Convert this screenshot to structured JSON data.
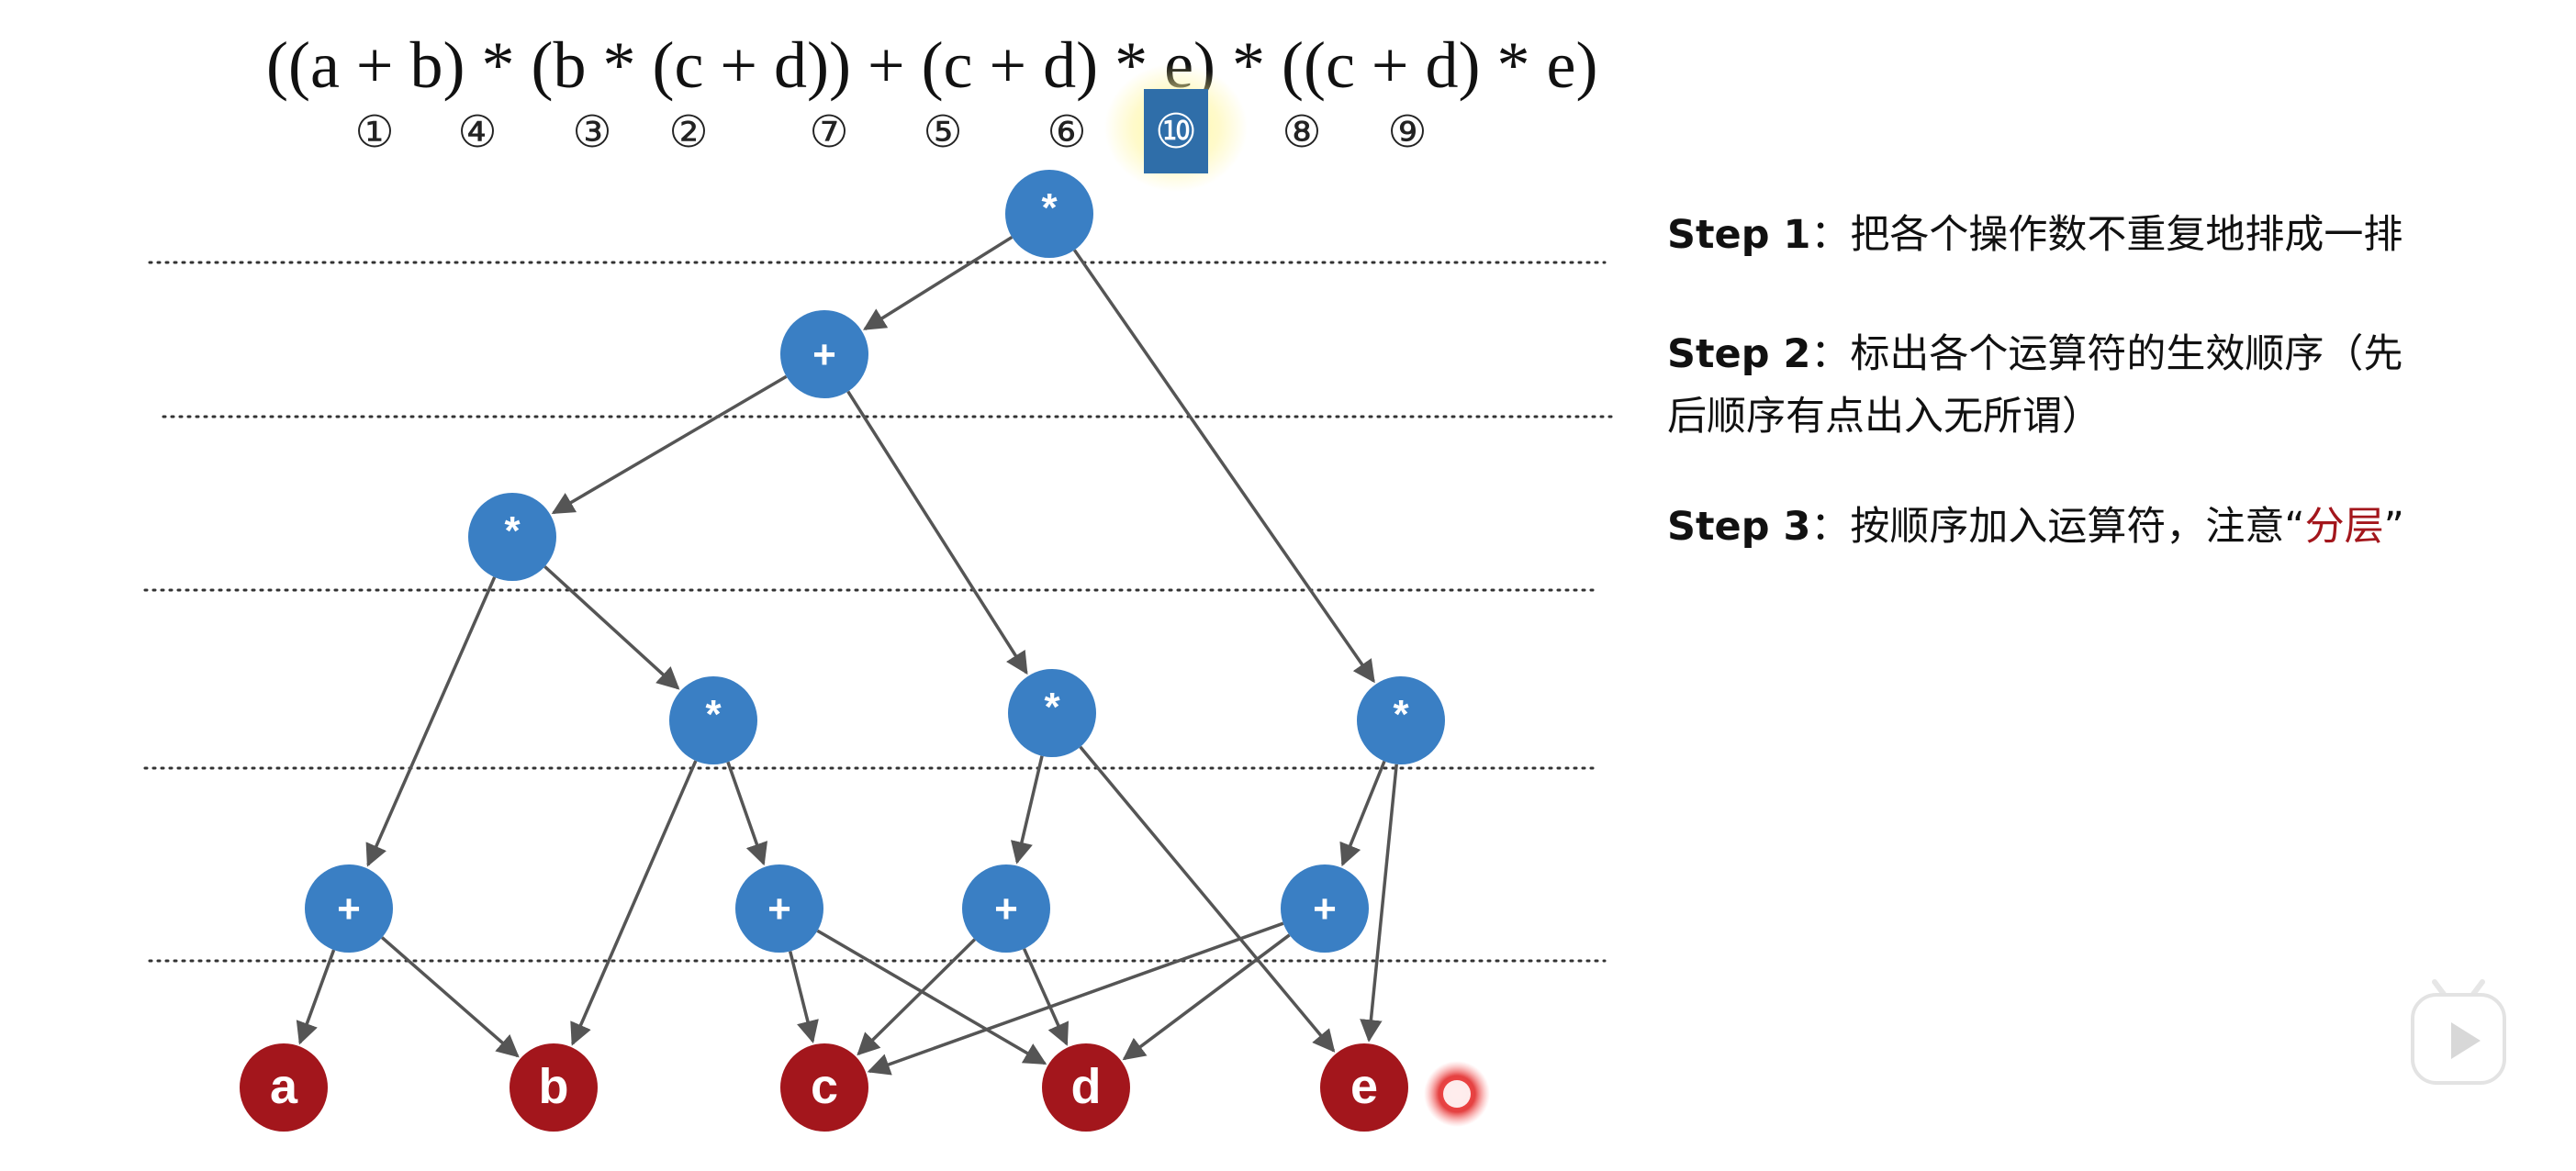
{
  "expression": {
    "text": "((a + b) * (b * (c + d)) + (c + d) * e) * ((c + d) * e)"
  },
  "operator_order": [
    {
      "label": "①",
      "highlighted": false
    },
    {
      "label": "④",
      "highlighted": false
    },
    {
      "label": "③",
      "highlighted": false
    },
    {
      "label": "②",
      "highlighted": false
    },
    {
      "label": "⑦",
      "highlighted": false
    },
    {
      "label": "⑤",
      "highlighted": false
    },
    {
      "label": "⑥",
      "highlighted": false
    },
    {
      "label": "⑩",
      "highlighted": true
    },
    {
      "label": "⑧",
      "highlighted": false
    },
    {
      "label": "⑨",
      "highlighted": false
    }
  ],
  "tree": {
    "operators": [
      {
        "id": "n10",
        "label": "*"
      },
      {
        "id": "n7",
        "label": "+"
      },
      {
        "id": "n4",
        "label": "*"
      },
      {
        "id": "n3",
        "label": "*"
      },
      {
        "id": "n6",
        "label": "*"
      },
      {
        "id": "n9",
        "label": "*"
      },
      {
        "id": "n1",
        "label": "+"
      },
      {
        "id": "n2",
        "label": "+"
      },
      {
        "id": "n5",
        "label": "+"
      },
      {
        "id": "n8",
        "label": "+"
      }
    ],
    "operands": [
      {
        "id": "a",
        "label": "a"
      },
      {
        "id": "b",
        "label": "b"
      },
      {
        "id": "c",
        "label": "c"
      },
      {
        "id": "d",
        "label": "d"
      },
      {
        "id": "e",
        "label": "e"
      }
    ],
    "edges": [
      [
        "n10",
        "n7"
      ],
      [
        "n10",
        "n9"
      ],
      [
        "n7",
        "n4"
      ],
      [
        "n7",
        "n6"
      ],
      [
        "n4",
        "n1"
      ],
      [
        "n4",
        "n3"
      ],
      [
        "n3",
        "b"
      ],
      [
        "n3",
        "n2"
      ],
      [
        "n6",
        "n5"
      ],
      [
        "n6",
        "e"
      ],
      [
        "n9",
        "n8"
      ],
      [
        "n9",
        "e"
      ],
      [
        "n1",
        "a"
      ],
      [
        "n1",
        "b"
      ],
      [
        "n2",
        "c"
      ],
      [
        "n2",
        "d"
      ],
      [
        "n5",
        "c"
      ],
      [
        "n5",
        "d"
      ],
      [
        "n8",
        "c"
      ],
      [
        "n8",
        "d"
      ]
    ]
  },
  "steps": [
    {
      "label": "Step 1",
      "lines": [
        "：把各个操作数不重复地排成一排"
      ]
    },
    {
      "label": "Step 2",
      "lines": [
        "：标出各个运算符的生效顺序（先",
        "后顺序有点出入无所谓）"
      ]
    },
    {
      "label": "Step 3",
      "lines": [
        "：按顺序加入运算符，注意“"
      ],
      "highlight": "分层",
      "suffix": "”"
    }
  ],
  "colors": {
    "operator_node": "#3a7fc4",
    "operand_node": "#a3161c",
    "edge": "#555555",
    "highlight_box": "#2f6ea9",
    "highlight_glow": "#fff6a0",
    "emphasis_text": "#a3161c",
    "pointer": "#d9252a"
  },
  "icons": {
    "play": "video-play-icon",
    "pointer": "pointer-dot-icon"
  }
}
